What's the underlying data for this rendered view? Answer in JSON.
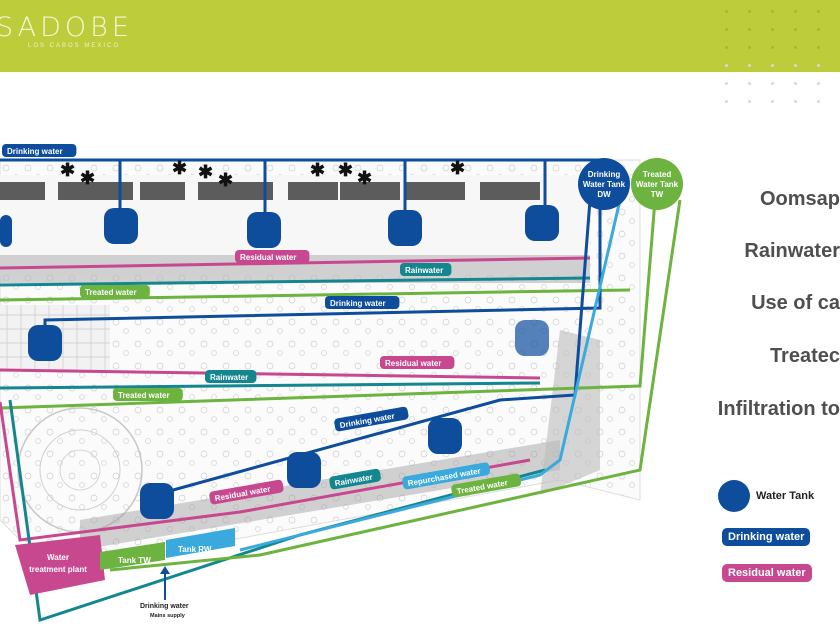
{
  "header": {
    "brand": "SADOBE",
    "brand_sub": "LOS CABOS MEXICO",
    "bg_color": "#bdcc3b"
  },
  "colors": {
    "drinking": "#0d4d9c",
    "residual": "#c8488f",
    "rainwater": "#13868f",
    "treated": "#6db33f",
    "repurchased": "#3aa9dd",
    "tank": "#0d4d9c"
  },
  "diagram": {
    "labels": {
      "drinking_water_top": "Drinking water",
      "residual_water_1": "Residual water",
      "rainwater_1": "Rainwater",
      "treated_water_1": "Treated water",
      "drinking_water_mid": "Drinking water",
      "residual_water_2": "Residual water",
      "rainwater_2": "Rainwater",
      "treated_water_2": "Treated water",
      "drinking_water_low": "Drinking water",
      "residual_water_3": "Residual water",
      "rainwater_3": "Rainwater",
      "repurchased_water": "Repurchased water",
      "treated_water_3": "Treated water"
    },
    "tank_dw": [
      "Drinking",
      "Water Tank",
      "DW"
    ],
    "tank_tw": [
      "Treated",
      "Water Tank",
      "TW"
    ],
    "water_treatment_plant": [
      "Water",
      "treatment plant"
    ],
    "tank_tw_label": "Tank TW",
    "tank_rw_label": "Tank RW",
    "mains_supply": [
      "Drinking water",
      "Mains supply"
    ]
  },
  "right_list": [
    "Oomsap",
    "Rainwater",
    "Use of ca",
    "Treatec",
    "Infiltration to"
  ],
  "legend": {
    "water_tank": "Water Tank",
    "drinking_water": "Drinking water",
    "residual_water": "Residual water"
  }
}
